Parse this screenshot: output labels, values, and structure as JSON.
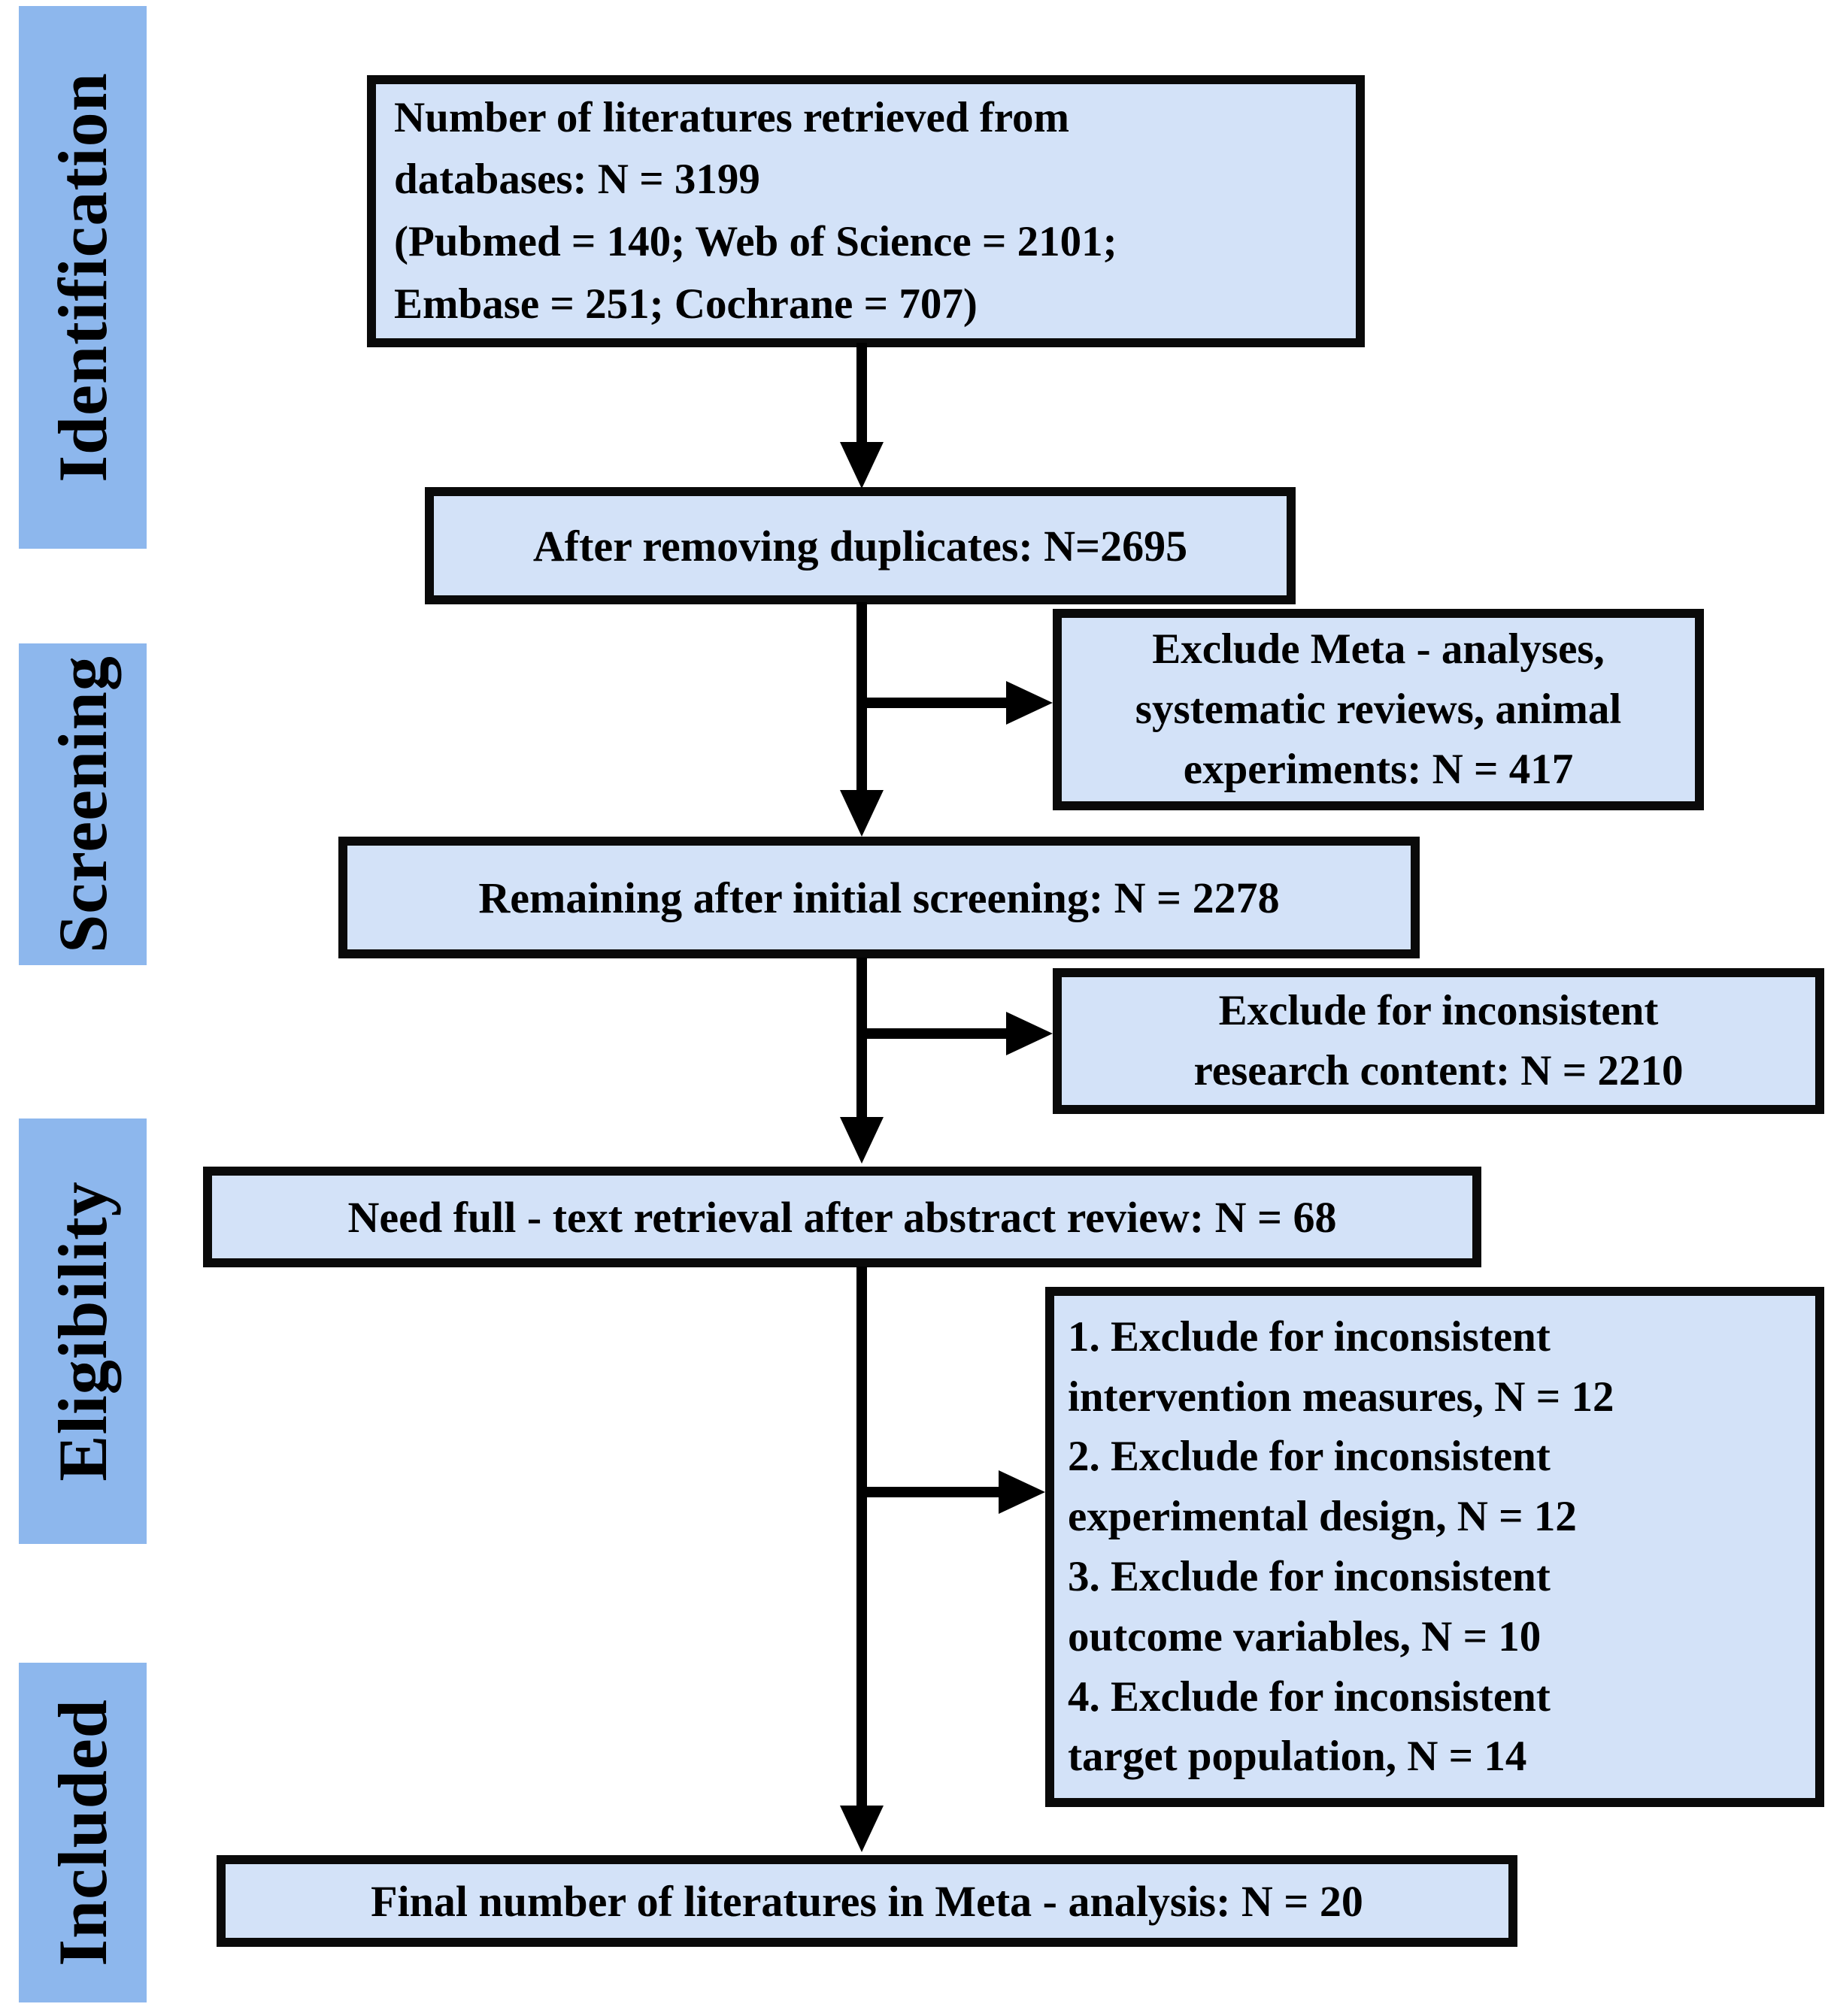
{
  "colors": {
    "stage_bar": "#8db7ed",
    "box_fill": "#d3e2f8",
    "line_and_text": "#000000",
    "background": "#ffffff"
  },
  "stages": {
    "identification": "Identification",
    "screening": "Screening",
    "eligibility": "Eligibility",
    "included": "Included"
  },
  "boxes": {
    "retrieved": "Number of literatures retrieved from\ndatabases: N = 3199\n(Pubmed = 140; Web of Science = 2101;\nEmbase = 251; Cochrane = 707)",
    "deduplicated": "After removing duplicates: N=2695",
    "exclude_meta": "Exclude Meta - analyses,\nsystematic reviews, animal\nexperiments: N = 417",
    "initial_screening": "Remaining after initial screening: N = 2278",
    "exclude_content": "Exclude for inconsistent\nresearch content: N = 2210",
    "full_text": "Need full - text retrieval after abstract review: N = 68",
    "exclusion_reasons": {
      "items": [
        "1. Exclude for inconsistent\nintervention measures, N = 12",
        "2. Exclude for inconsistent\nexperimental design, N = 12",
        "3. Exclude for inconsistent\noutcome variables, N = 10",
        "4. Exclude for inconsistent\ntarget population, N = 14"
      ]
    },
    "final": "Final number of literatures in Meta - analysis: N = 20"
  }
}
